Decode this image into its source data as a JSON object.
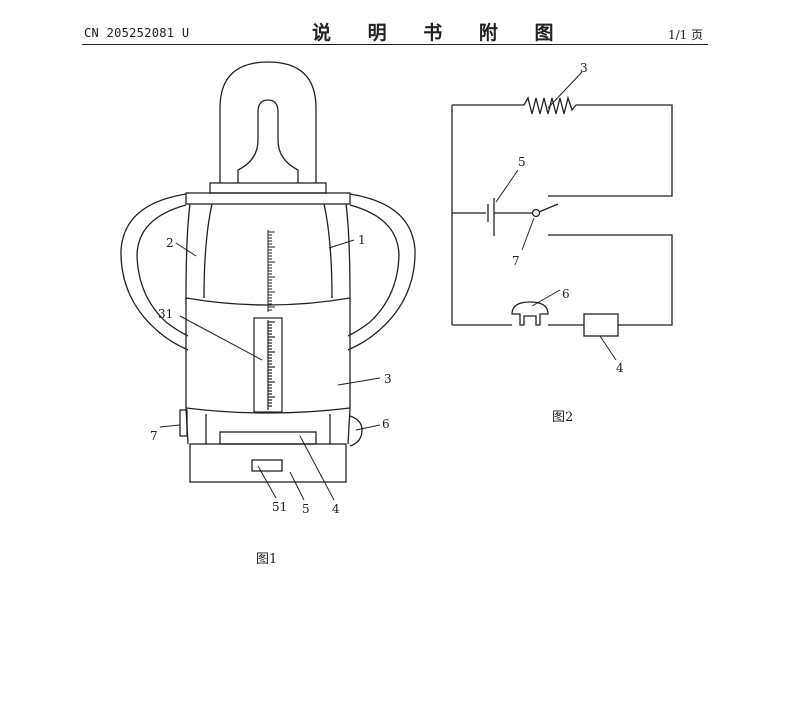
{
  "header": {
    "publication_number": "CN 205252081 U",
    "title": "说 明 书 附 图",
    "page": "1/1 页"
  },
  "figures": [
    {
      "caption": "图1",
      "labels": {
        "l1": "1",
        "l2": "2",
        "l3": "3",
        "l31": "31",
        "l4": "4",
        "l5": "5",
        "l51": "51",
        "l6": "6",
        "l7": "7"
      }
    },
    {
      "caption": "图2",
      "labels": {
        "l3": "3",
        "l4": "4",
        "l5": "5",
        "l6": "6",
        "l7": "7"
      }
    }
  ]
}
